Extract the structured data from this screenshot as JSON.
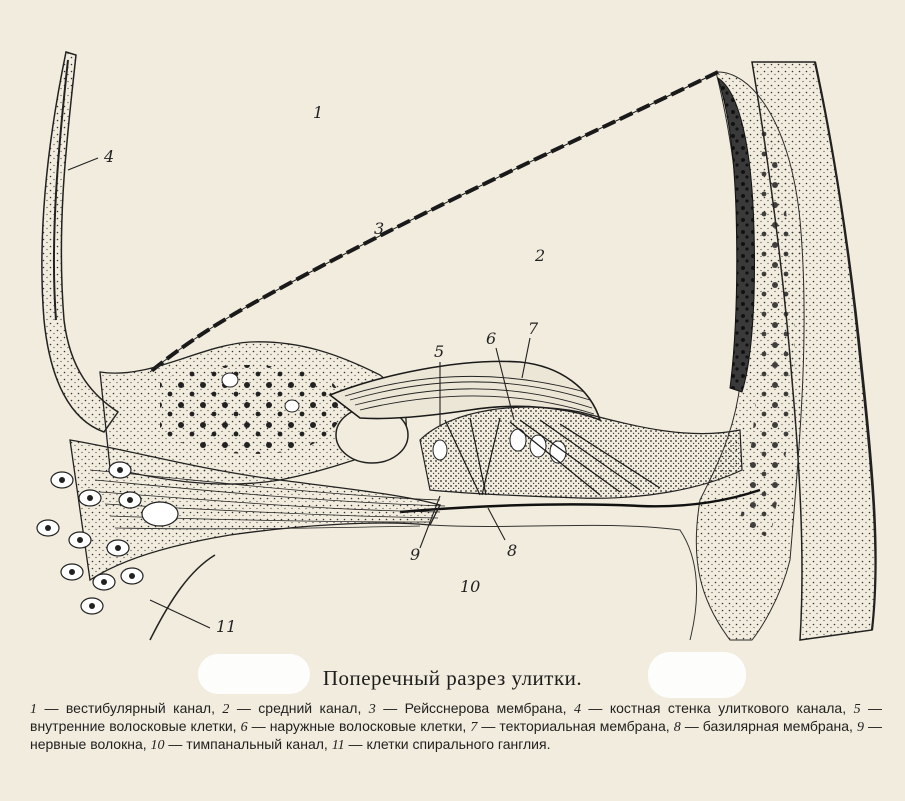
{
  "figure": {
    "labels": [
      {
        "id": "1",
        "text": "1"
      },
      {
        "id": "2",
        "text": "2"
      },
      {
        "id": "3",
        "text": "3"
      },
      {
        "id": "4",
        "text": "4"
      },
      {
        "id": "5",
        "text": "5"
      },
      {
        "id": "6",
        "text": "6"
      },
      {
        "id": "7",
        "text": "7"
      },
      {
        "id": "8",
        "text": "8"
      },
      {
        "id": "9",
        "text": "9"
      },
      {
        "id": "10",
        "text": "10"
      },
      {
        "id": "11",
        "text": "11"
      }
    ]
  },
  "caption": {
    "title": "Поперечный разрез улитки.",
    "legend": [
      {
        "num": "1",
        "text": " — вестибулярный канал, "
      },
      {
        "num": "2",
        "text": " — средний канал, "
      },
      {
        "num": "3",
        "text": " — Рейсснерова мембрана, "
      },
      {
        "num": "4",
        "text": " — костная стенка улиткового канала, "
      },
      {
        "num": "5",
        "text": " — внутренние волосковые клетки, "
      },
      {
        "num": "6",
        "text": " — наружные волосковые клетки, "
      },
      {
        "num": "7",
        "text": " — текториальная мембрана, "
      },
      {
        "num": "8",
        "text": " — базилярная мембрана, "
      },
      {
        "num": "9",
        "text": " — нервные волокна, "
      },
      {
        "num": "10",
        "text": " — тимпанальный канал, "
      },
      {
        "num": "11",
        "text": " — клетки спирального ганглия."
      }
    ]
  }
}
